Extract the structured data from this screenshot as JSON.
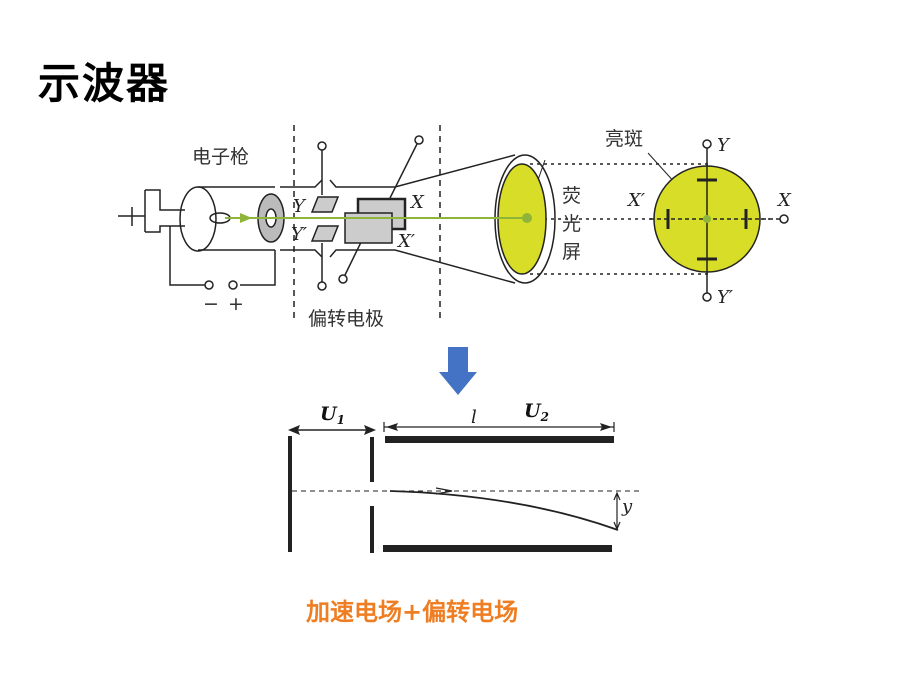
{
  "title": "示波器",
  "diagram": {
    "electron_gun_label": "电子枪",
    "deflection_label": "偏转电极",
    "screen_label": [
      "荧",
      "光",
      "屏"
    ],
    "spot_label": "亮斑",
    "minus": "−",
    "plus": "+",
    "Y": "Y",
    "Y_prime": "Y′",
    "X": "X",
    "X_prime": "X′"
  },
  "schematic": {
    "U1": "U",
    "U1_sub": "1",
    "U2": "U",
    "U2_sub": "2",
    "l": "l",
    "y": "y"
  },
  "colors": {
    "screen": "#d8de27",
    "beam": "#8fb43a",
    "arrow": "#4472c4",
    "caption": "#ef7d22"
  },
  "caption": "加速电场+偏转电场"
}
